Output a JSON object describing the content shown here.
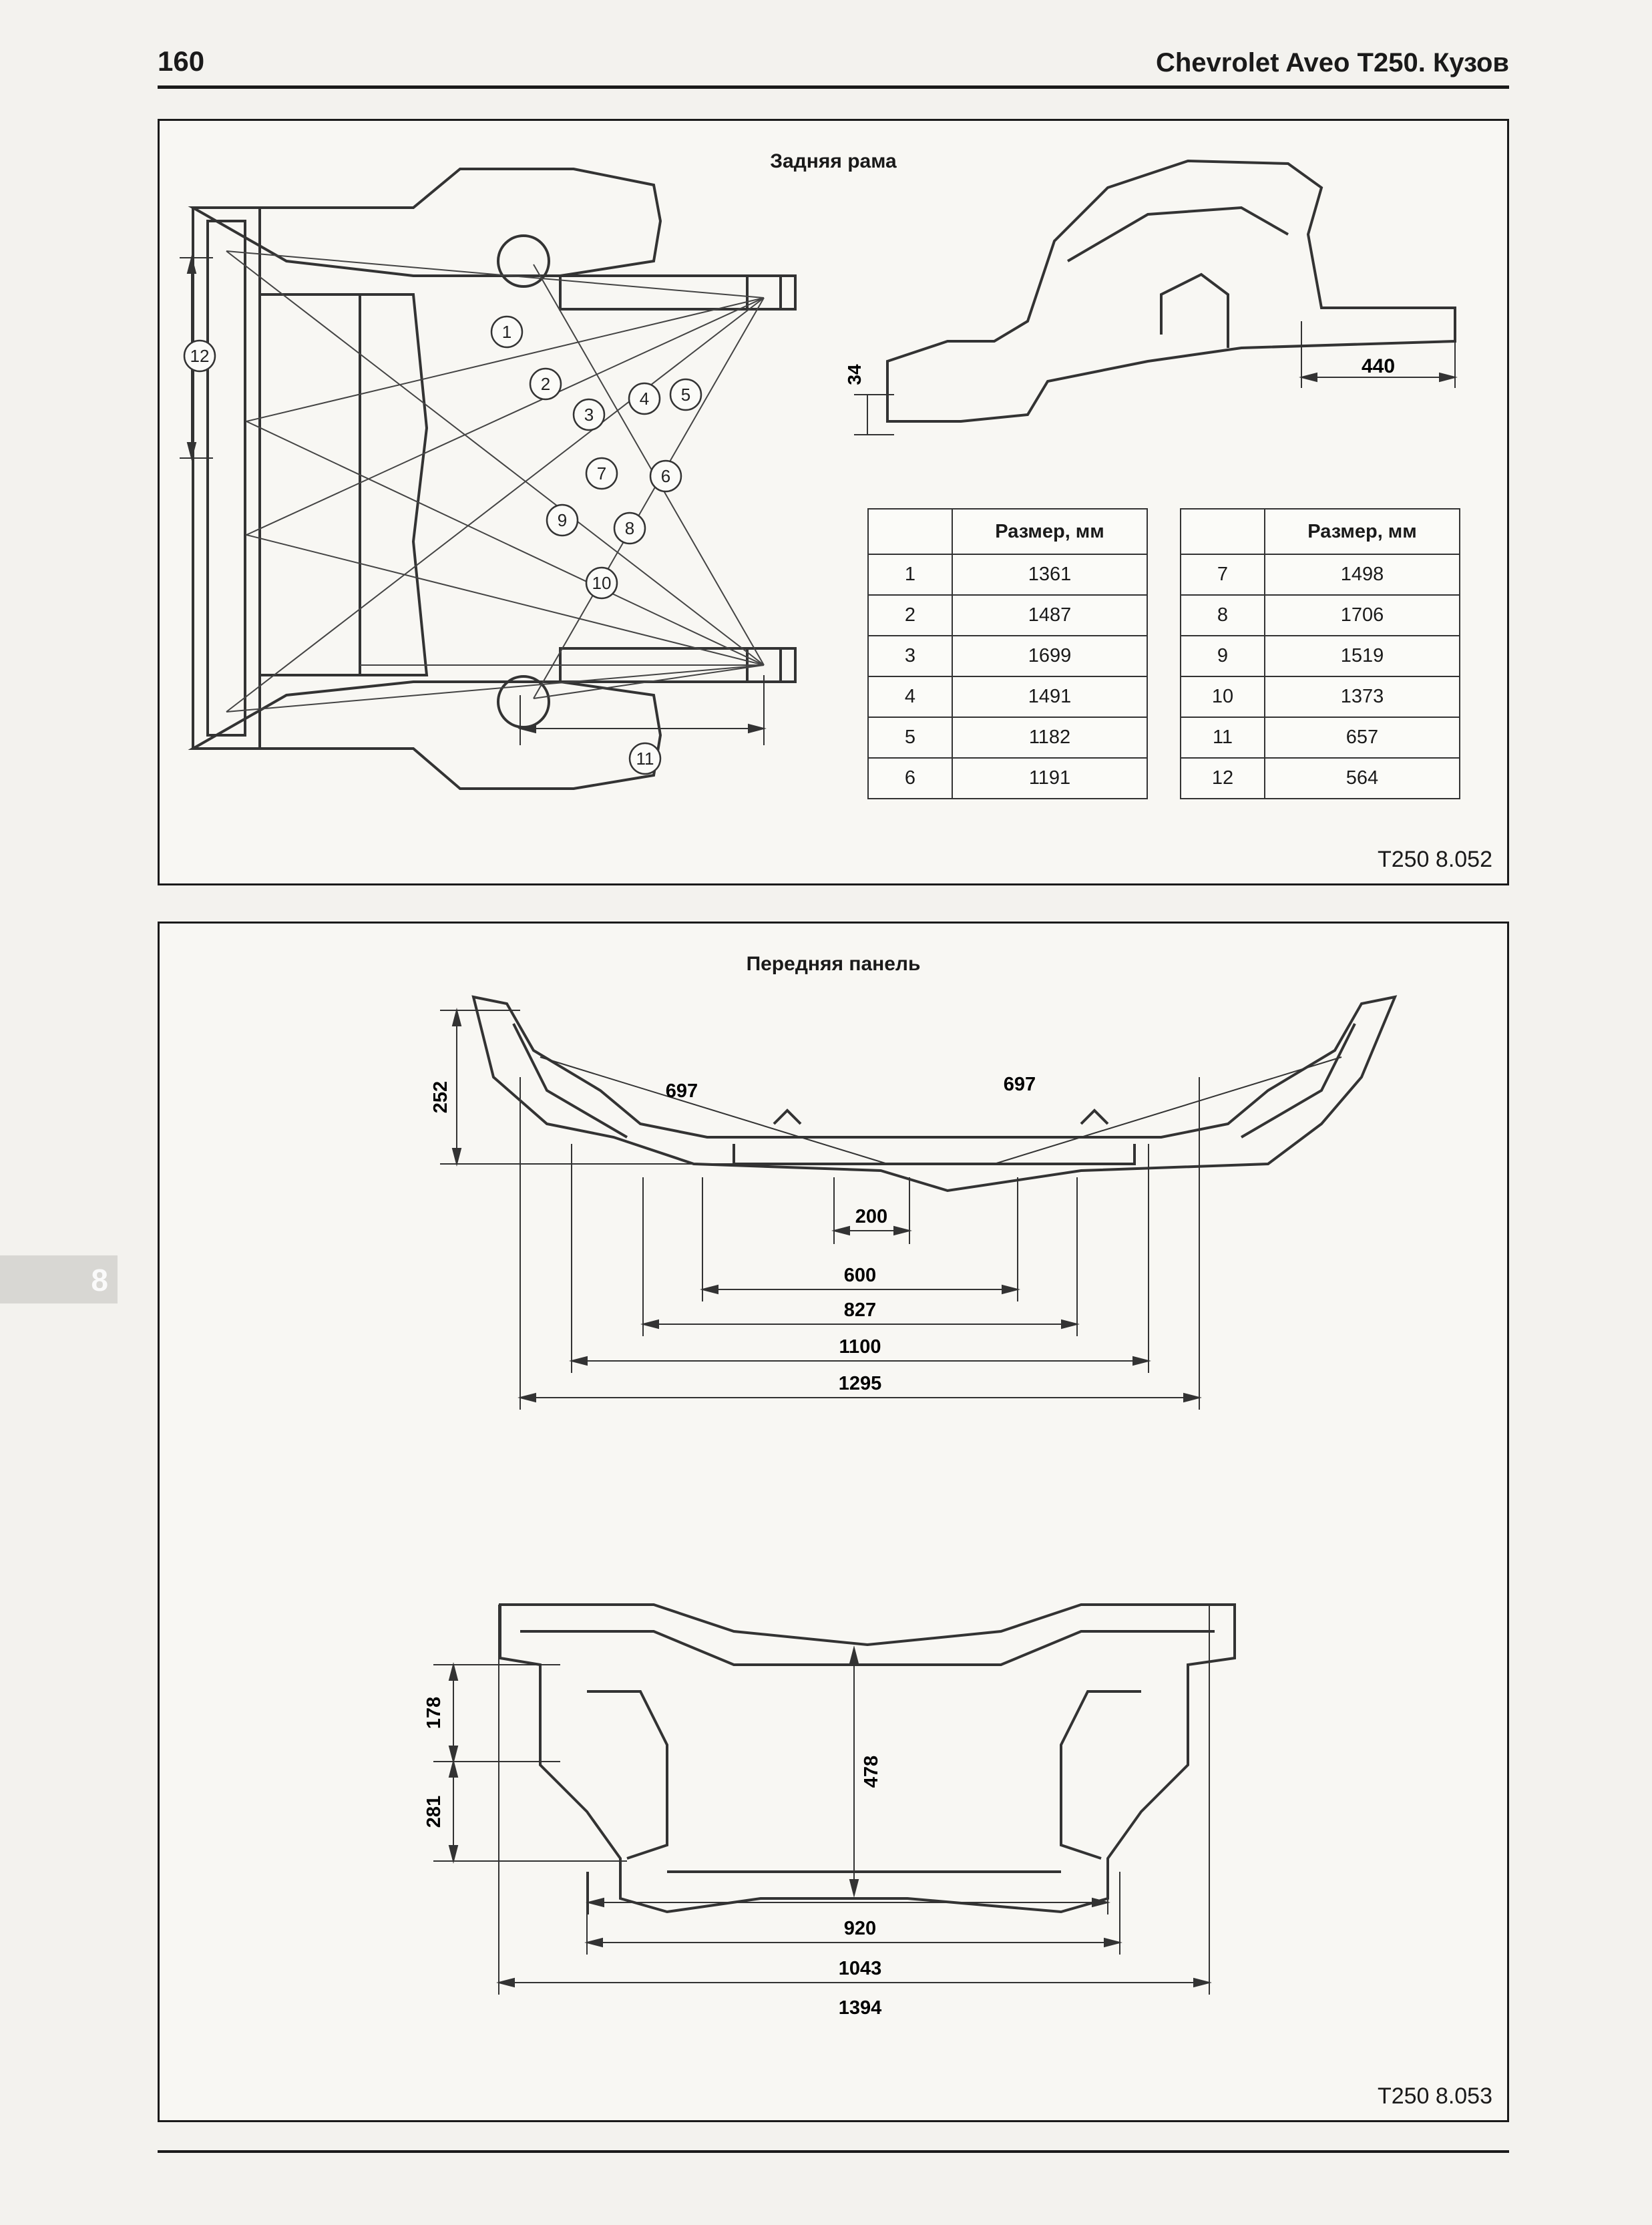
{
  "header": {
    "page_number": "160",
    "running_head": "Chevrolet Aveo T250. Кузов"
  },
  "side_tab": {
    "label": "8"
  },
  "rear_frame": {
    "title": "Задняя рама",
    "figure_code": "T250 8.052",
    "callouts": [
      "1",
      "2",
      "3",
      "4",
      "5",
      "6",
      "7",
      "8",
      "9",
      "10",
      "11",
      "12"
    ],
    "side_dims": [
      "34",
      "440"
    ],
    "table_header": "Размер, мм",
    "table_left": [
      {
        "n": "1",
        "v": "1361"
      },
      {
        "n": "2",
        "v": "1487"
      },
      {
        "n": "3",
        "v": "1699"
      },
      {
        "n": "4",
        "v": "1491"
      },
      {
        "n": "5",
        "v": "1182"
      },
      {
        "n": "6",
        "v": "1191"
      }
    ],
    "table_right": [
      {
        "n": "7",
        "v": "1498"
      },
      {
        "n": "8",
        "v": "1706"
      },
      {
        "n": "9",
        "v": "1519"
      },
      {
        "n": "10",
        "v": "1373"
      },
      {
        "n": "11",
        "v": "657"
      },
      {
        "n": "12",
        "v": "564"
      }
    ]
  },
  "front_panel": {
    "title": "Передняя панель",
    "figure_code": "T250 8.053",
    "top_view_dims": [
      "252",
      "697",
      "697",
      "200",
      "600",
      "827",
      "1100",
      "1295"
    ],
    "front_view_dims": [
      "178",
      "281",
      "478",
      "920",
      "1043",
      "1394"
    ]
  }
}
